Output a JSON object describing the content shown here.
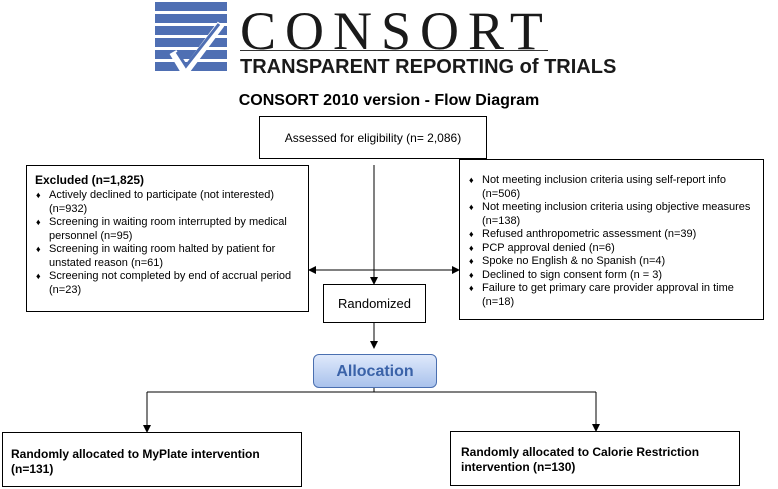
{
  "header": {
    "logo_name": "CONSORT",
    "logo_tagline": "TRANSPARENT REPORTING of TRIALS",
    "diagram_title": "CONSORT 2010 version - Flow Diagram"
  },
  "enrollment": {
    "assessed": "Assessed for eligibility (n= 2,086)",
    "excluded_title": "Excluded (n=1,825)",
    "excluded_items": [
      "Actively declined to participate (not interested) (n=932)",
      "Screening in waiting room interrupted by medical personnel (n=95)",
      "Screening in waiting room halted by patient for unstated reason (n=61)",
      "Screening not completed by end of accrual period (n=23)"
    ],
    "other_items": [
      "Not meeting inclusion criteria using self-report info (n=506)",
      "Not meeting inclusion criteria using objective measures (n=138)",
      "Refused anthropometric assessment (n=39)",
      "PCP approval denied (n=6)",
      "Spoke no English & no Spanish (n=4)",
      "Declined to sign consent form (n = 3)",
      "Failure to get primary care provider approval in time (n=18)"
    ],
    "randomized": "Randomized"
  },
  "allocation": {
    "label": "Allocation",
    "left": "Randomly allocated to MyPlate intervention (n=131)",
    "right": "Randomly allocated to Calorie Restriction intervention (n=130)"
  },
  "colors": {
    "logo_blue": "#4f6fb3",
    "allocation_fill": "#a9c2ec",
    "allocation_text": "#3a62a8"
  }
}
